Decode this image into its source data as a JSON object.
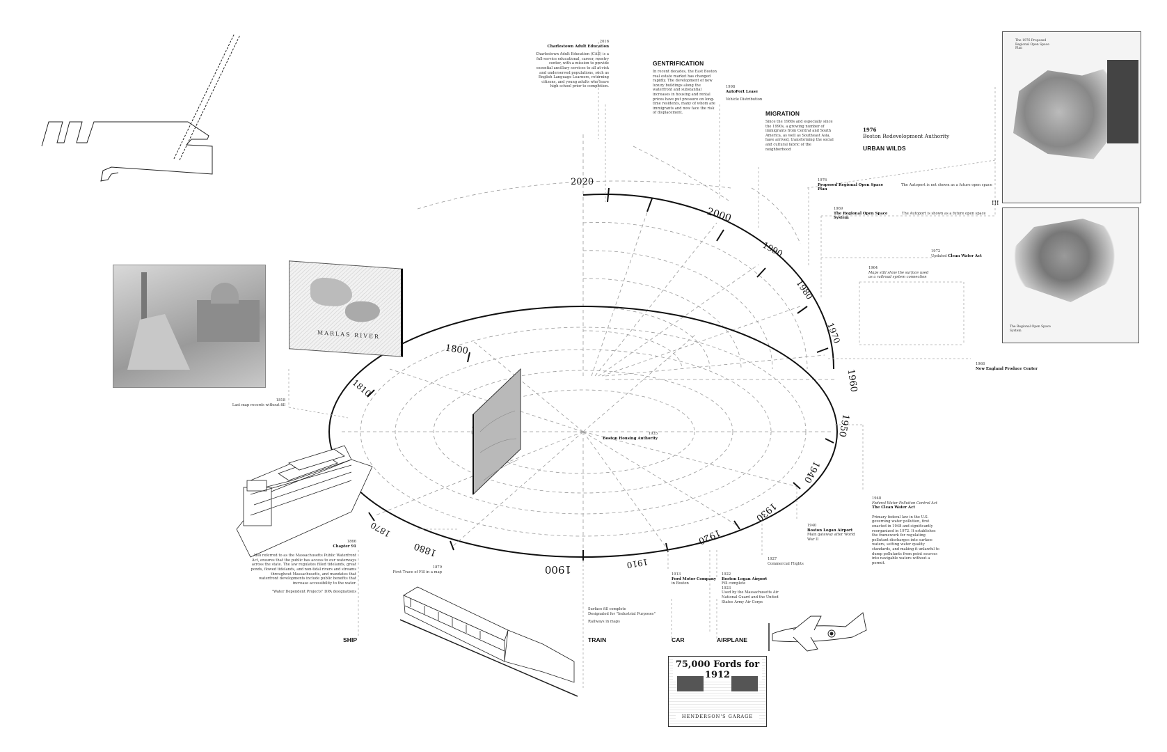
{
  "timeline": {
    "year_labels_outer": [
      "2020",
      "2000",
      "1990",
      "1980",
      "1970",
      "1960",
      "1950",
      "1940",
      "1930",
      "1920",
      "1910",
      "1900",
      "1880",
      "1870",
      "1810",
      "1800"
    ]
  },
  "annotations": {
    "cae": {
      "year": "2016",
      "title": "Charlestown Adult Education",
      "body": "Charlestown Adult Education (CAE) is a full-service educational, career, reentry center, with a mission to provide essential ancillary services to all at-risk and underserved populations, such as English Language Learners, returning citizens, and young adults who leave high school prior to completion."
    },
    "gentrification": {
      "title": "GENTRIFICATION",
      "body": "In recent decades, the East Boston real estate market has changed rapidly. The development of new luxury buildings along the waterfront and substantial increases in housing and rental prices have put pressure on long-time residents, many of whom are immigrants and now face the risk of displacement."
    },
    "autoport": {
      "year": "1998",
      "title": "AutoPort Lease",
      "sub": "Vehicle Distribution"
    },
    "migration": {
      "title": "MIGRATION",
      "body": "Since the 1980s and especially since the 1990s, a growing number of immigrants from Central and South America, as well as Southeast Asia, have arrived, transforming the social and cultural fabric of the neighborhood"
    },
    "bra": {
      "year": "1976",
      "title": "Boston Redevelopment Authority",
      "sub": "URBAN WILDS"
    },
    "regional_plan": {
      "year": "1976",
      "title": "Proposed Regional Open Space Plan",
      "note": "The Autoport is not shown as a future open space",
      "exclaim": "!!!"
    },
    "regional_system": {
      "year": "1969",
      "title": "The Regional Open Space System",
      "note": "The Autoport is shown as a future open space"
    },
    "clean_water_1972": {
      "year": "1972",
      "text": "Updated",
      "bold": "Clean Water Act"
    },
    "maps_1964": {
      "year": "1964",
      "text": "Maps still show the surface used as a railroad system connection"
    },
    "produce": {
      "year": "1968",
      "title": "New England Produce Center"
    },
    "last_map": {
      "year": "1818",
      "text": "Last map records without fill"
    },
    "housing": {
      "year": "1935",
      "title": "Boston Housing Authority"
    },
    "fwpca": {
      "year": "1948",
      "italic": "Federal Water Pollution Control Act",
      "title": "The Clean Water Act",
      "body": "Primary federal law in the U.S. governing water pollution, first enacted in 1948 and significantly reorganized in 1972. It establishes the framework for regulating pollutant discharges into surface waters, setting water quality standards, and making it unlawful to dump pollutants from point sources into navigable waters without a permit."
    },
    "logan_1940": {
      "year": "1940",
      "title": "Boston Logan Airport",
      "body": "Main gateway after World War II"
    },
    "commercial": {
      "year": "1927",
      "text": "Commercial Flights"
    },
    "chapter91": {
      "year": "1866",
      "title": "Chapter 91",
      "body": "Also referred to as the Massachusetts Public Waterfront Act, ensures that the public has access to our waterways across the state. The law regulates filled tidelands, great ponds, flowed tidelands, and non-tidal rivers and streams throughout Massachusetts, and mandates that waterfront developments include public benefits that increase accessibility to the water.",
      "note": "\"Water Dependent Projects\" DPA designations"
    },
    "first_trace": {
      "year": "1879",
      "text": "First Trace of Fill in a map"
    },
    "surface_fill": {
      "l1": "Surface fill complete",
      "l2": "Designated for \"Industrial Purposes\"",
      "l3": "Railways in maps"
    },
    "ford": {
      "year": "1913",
      "title": "Ford Motor Company",
      "sub": "in Boston"
    },
    "logan_1922": {
      "year": "1922",
      "title": "Boston Logan Airport",
      "sub": "Fill complete",
      "year2": "1923",
      "body": "Used by the Massachusetts Air National Guard and the United States Army Air Corps"
    }
  },
  "modes": {
    "ship": "SHIP",
    "train": "TRAIN",
    "car": "CAR",
    "airplane": "AIRPLANE"
  },
  "images": {
    "ad_headline": "75,000 Fords for 1912",
    "ad_footer": "HENDERSON'S GARAGE",
    "map1_title": "The 1976 Proposed Regional Open Space Plan",
    "map2_title": "The Regional Open Space System",
    "engraving_label": "MARLAS RIVER"
  },
  "colors": {
    "ink": "#111111",
    "dash": "#8a8a8a",
    "paper": "#ffffff"
  }
}
